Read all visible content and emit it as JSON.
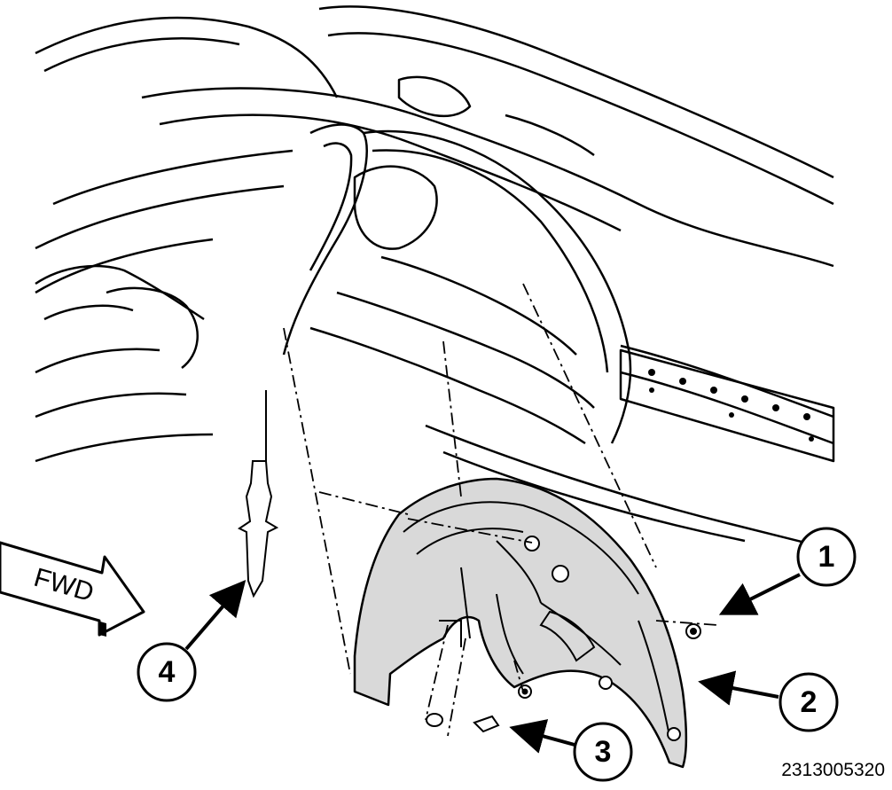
{
  "figure": {
    "id": "2313005320",
    "fwd_label": "FWD",
    "icon": "fwd-arrow-icon"
  },
  "callouts": [
    {
      "number": "1",
      "part": "nut"
    },
    {
      "number": "2",
      "part": "wheelhouse-liner"
    },
    {
      "number": "3",
      "part": "push-pin-fastener"
    },
    {
      "number": "4",
      "part": "push-pin-retainer"
    }
  ],
  "colors": {
    "line": "#000000",
    "liner_fill": "#d9d9d9",
    "background": "#ffffff"
  }
}
